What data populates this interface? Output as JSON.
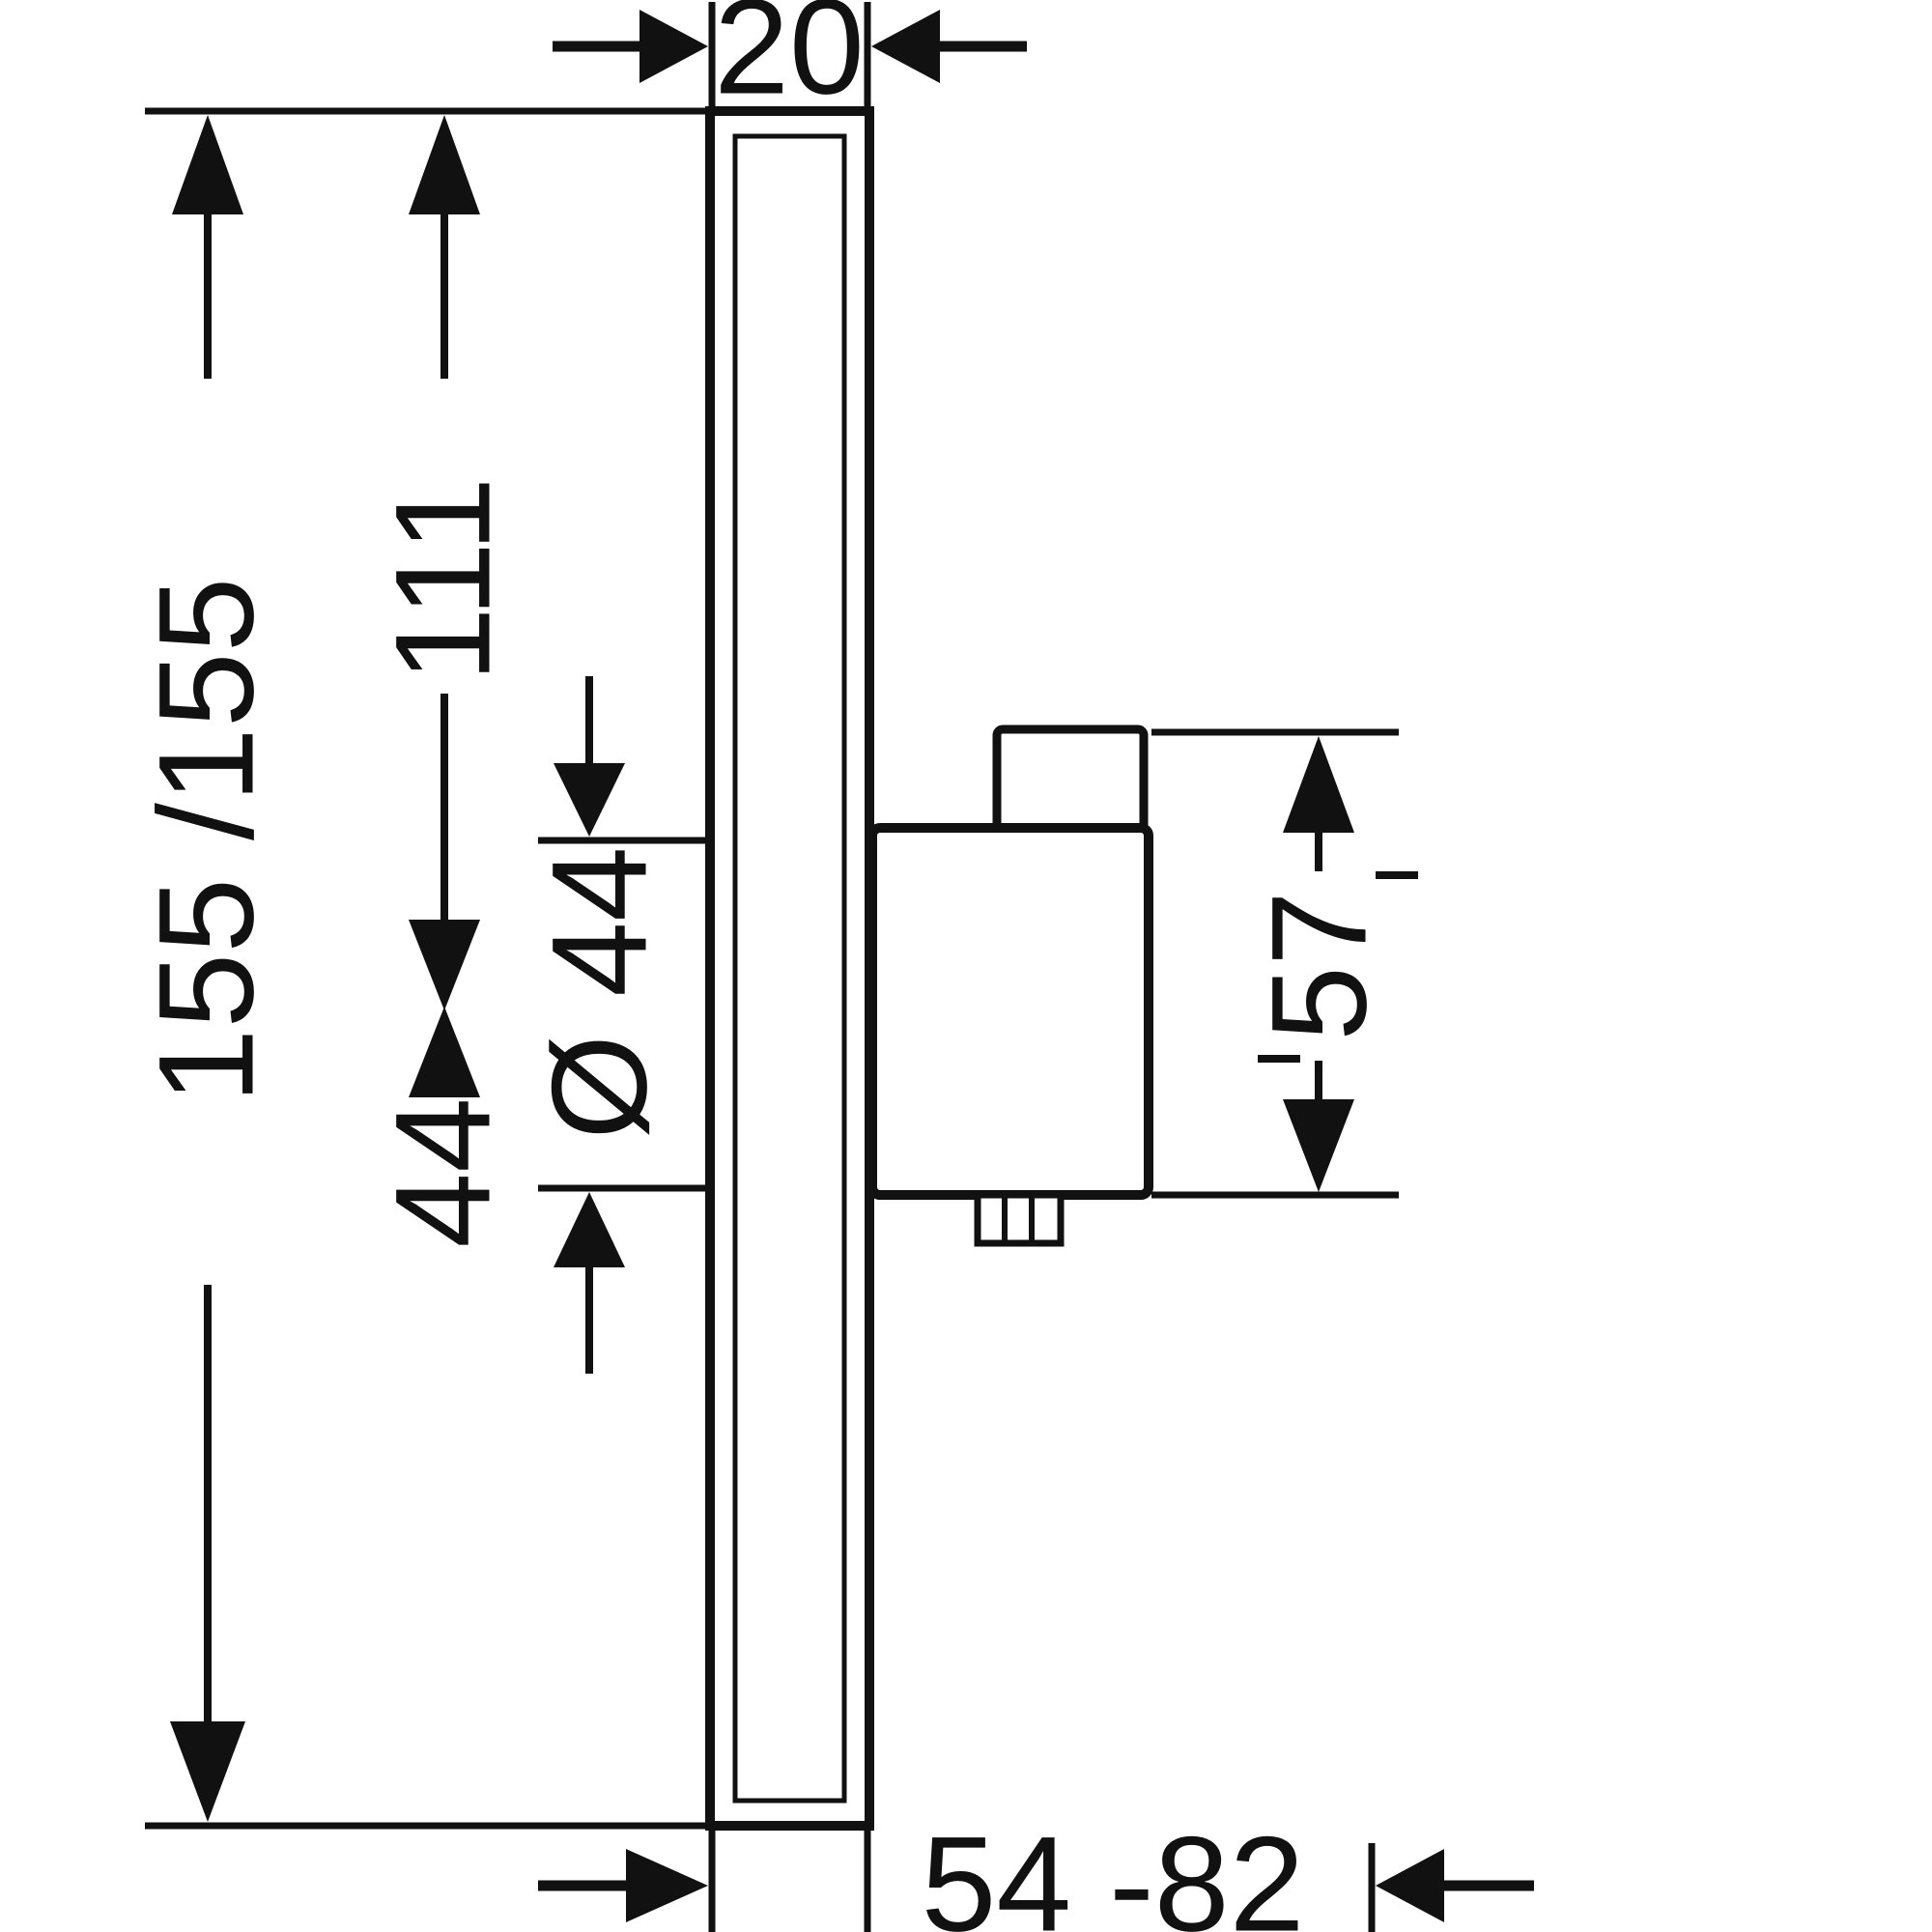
{
  "diagram": {
    "type": "technical-dimension-drawing",
    "background_color": "#ffffff",
    "line_color": "#111111",
    "labels": {
      "plate_thickness": "20",
      "plate_height": "155 /155",
      "top_to_axis_offset": "111",
      "handle_diameter": "Ø 44",
      "axis_spacing": "44",
      "handle_projection": "57",
      "installation_depth_range": "54 -82"
    }
  }
}
